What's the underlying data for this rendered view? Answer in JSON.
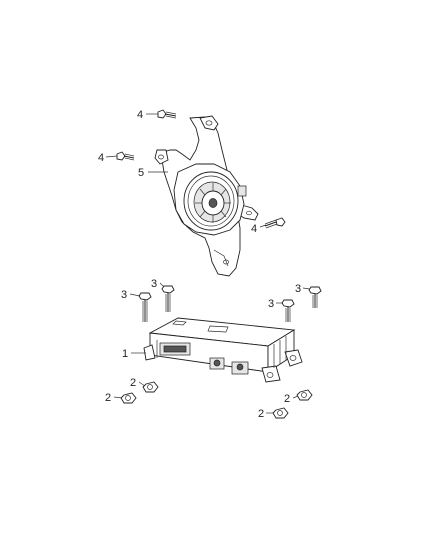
{
  "diagram": {
    "callouts": [
      {
        "id": "c4a",
        "label": "4"
      },
      {
        "id": "c4b",
        "label": "4"
      },
      {
        "id": "c5",
        "label": "5"
      },
      {
        "id": "c4c",
        "label": "4"
      },
      {
        "id": "c3a",
        "label": "3"
      },
      {
        "id": "c3b",
        "label": "3"
      },
      {
        "id": "c3c",
        "label": "3"
      },
      {
        "id": "c3d",
        "label": "3"
      },
      {
        "id": "c1",
        "label": "1"
      },
      {
        "id": "c2a",
        "label": "2"
      },
      {
        "id": "c2b",
        "label": "2"
      },
      {
        "id": "c2c",
        "label": "2"
      },
      {
        "id": "c2d",
        "label": "2"
      }
    ],
    "colors": {
      "line": "#222222",
      "fill_light": "#e6e6e6",
      "fill_dark": "#555555",
      "background": "#ffffff"
    },
    "parts": [
      {
        "part_no": "1",
        "kind": "amplifier-module"
      },
      {
        "part_no": "2",
        "kind": "nut"
      },
      {
        "part_no": "3",
        "kind": "bolt"
      },
      {
        "part_no": "4",
        "kind": "screw"
      },
      {
        "part_no": "5",
        "kind": "speaker-with-bracket"
      }
    ]
  }
}
